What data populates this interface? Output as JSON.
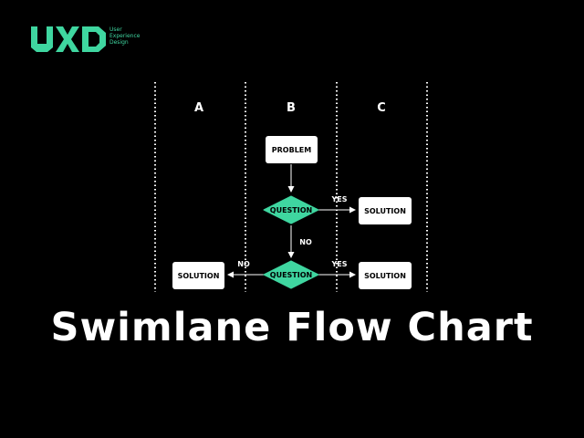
{
  "brand": {
    "tagline": [
      "User",
      "Experience",
      "Design"
    ],
    "accent_color": "#3fd6a0",
    "logo_icon": "uxd-logo-icon"
  },
  "lanes": [
    {
      "label": "A"
    },
    {
      "label": "B"
    },
    {
      "label": "C"
    }
  ],
  "nodes": {
    "problem": {
      "label": "PROBLEM",
      "shape": "rectangle"
    },
    "question_1": {
      "label": "QUESTION",
      "shape": "diamond"
    },
    "question_2": {
      "label": "QUESTION",
      "shape": "diamond"
    },
    "solution_c1": {
      "label": "SOLUTION",
      "shape": "rectangle"
    },
    "solution_c2": {
      "label": "SOLUTION",
      "shape": "rectangle"
    },
    "solution_a": {
      "label": "SOLUTION",
      "shape": "rectangle"
    }
  },
  "edges": {
    "problem_to_q1": {
      "label": ""
    },
    "q1_to_solution_c1": {
      "label": "YES"
    },
    "q1_to_q2": {
      "label": "NO"
    },
    "q2_to_solution_c2": {
      "label": "YES"
    },
    "q2_to_solution_a": {
      "label": "NO"
    }
  },
  "title": "Swimlane Flow Chart",
  "colors": {
    "background": "#000000",
    "node_fill": "#ffffff",
    "node_text": "#000000",
    "decision_fill": "#3fd6a0",
    "line": "#ffffff"
  }
}
